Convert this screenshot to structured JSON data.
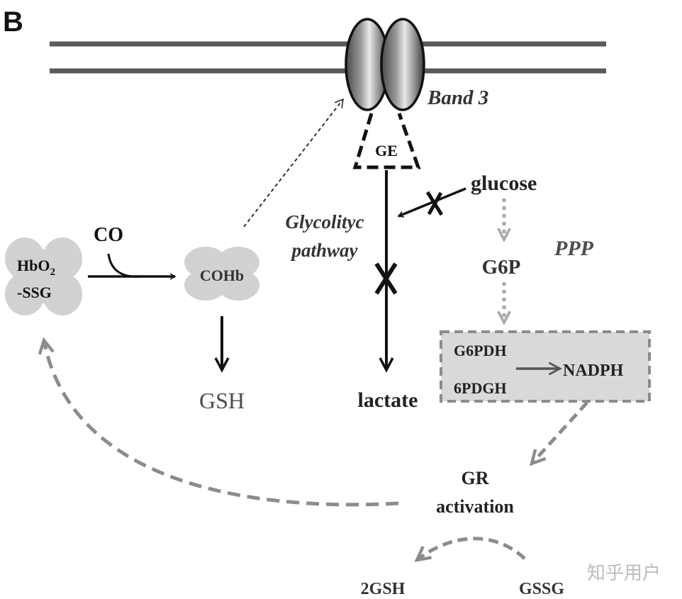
{
  "panel_label": "B",
  "labels": {
    "band3": "Band 3",
    "ge": "GE",
    "glucose": "glucose",
    "glycolytic_line1": "Glycolityc",
    "glycolytic_line2": "pathway",
    "ppp": "PPP",
    "g6p": "G6P",
    "co": "CO",
    "hbo2_line1": "HbO",
    "hbo2_sub": "2",
    "hbo2_line2": "-SSG",
    "cohb": "COHb",
    "gsh": "GSH",
    "lactate": "lactate",
    "g6pdh": "G6PDH",
    "sixpdgh": "6PDGH",
    "nadph": "NADPH",
    "gr_line1": "GR",
    "gr_line2": "activation",
    "twogsh": "2GSH",
    "gssg": "GSSG"
  },
  "watermark": "知乎用户",
  "colors": {
    "membrane": "#5a5a5a",
    "solid_arrow": "#111111",
    "dashed_arrow": "#8c8c8c",
    "dotted_arrow": "#a8a8a8",
    "box_fill": "#d9d9d9",
    "box_border": "#8c8c8c",
    "blob_fill": "#d4d4d4",
    "gray_text": "#4d4d4d"
  }
}
